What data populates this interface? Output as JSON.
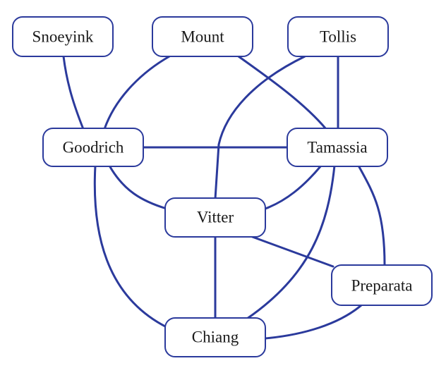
{
  "colors": {
    "edge": "#2b3a9c",
    "node_border": "#2b3a9c",
    "node_fill": "#ffffff",
    "label": "#1a1a1a",
    "background": "#ffffff"
  },
  "nodes": {
    "snoeyink": "Snoeyink",
    "mount": "Mount",
    "tollis": "Tollis",
    "goodrich": "Goodrich",
    "tamassia": "Tamassia",
    "vitter": "Vitter",
    "preparata": "Preparata",
    "chiang": "Chiang"
  },
  "edges": [
    [
      "snoeyink",
      "goodrich"
    ],
    [
      "mount",
      "goodrich"
    ],
    [
      "mount",
      "tamassia"
    ],
    [
      "tollis",
      "tamassia"
    ],
    [
      "tollis",
      "vitter"
    ],
    [
      "goodrich",
      "tamassia"
    ],
    [
      "goodrich",
      "vitter"
    ],
    [
      "goodrich",
      "chiang"
    ],
    [
      "tamassia",
      "vitter"
    ],
    [
      "tamassia",
      "chiang"
    ],
    [
      "tamassia",
      "preparata"
    ],
    [
      "vitter",
      "chiang"
    ],
    [
      "vitter",
      "preparata"
    ],
    [
      "preparata",
      "chiang"
    ]
  ]
}
